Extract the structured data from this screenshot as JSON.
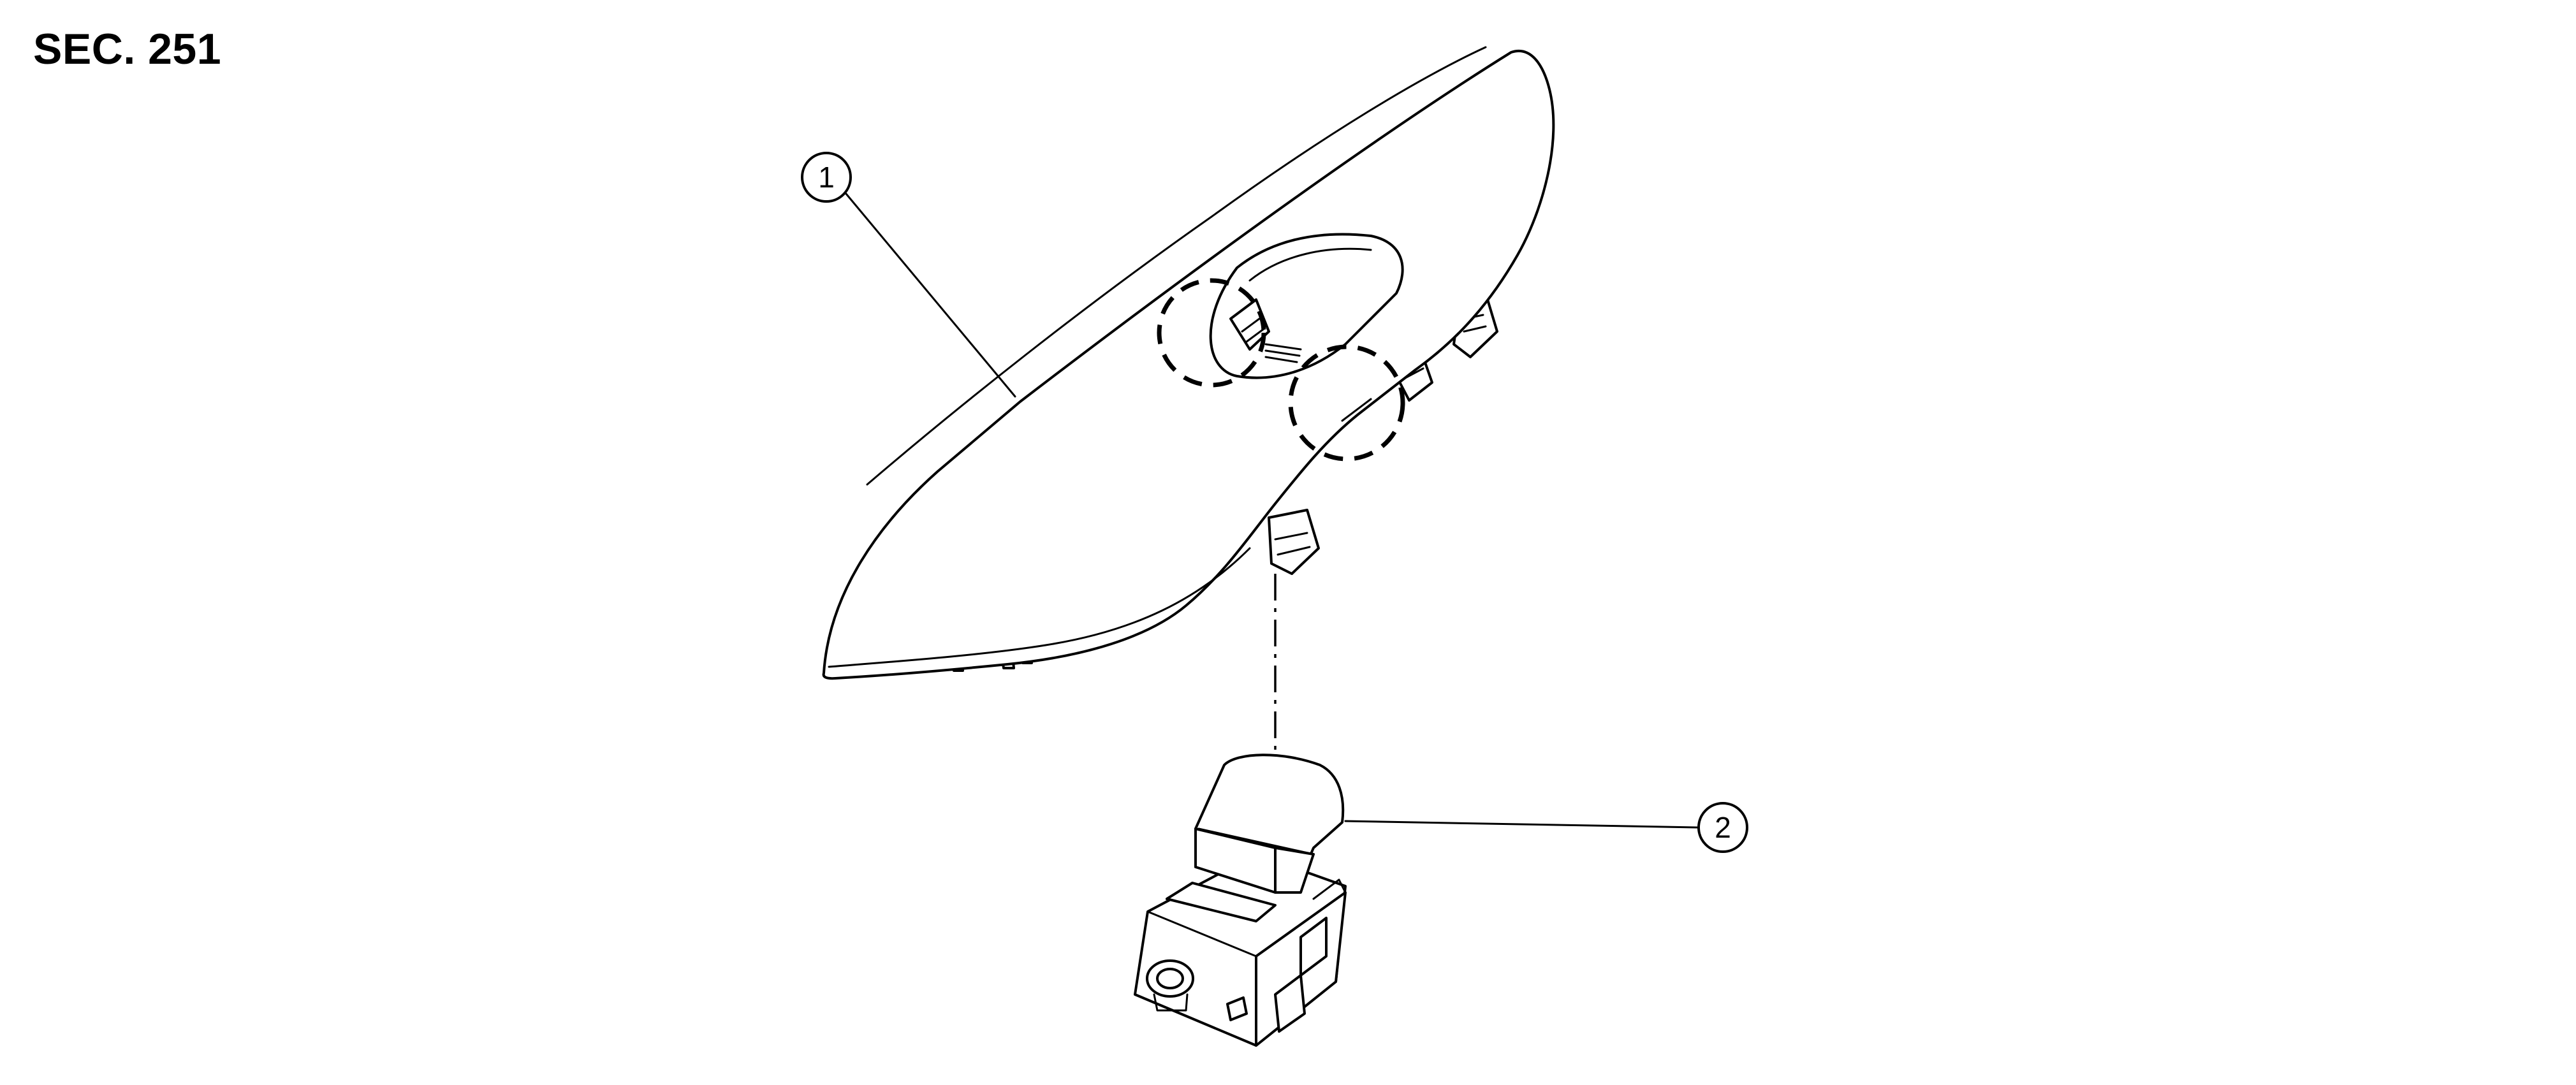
{
  "section_label": "SEC. 251",
  "callouts": [
    {
      "number": "1",
      "part": "finisher-panel"
    },
    {
      "number": "2",
      "part": "window-switch"
    }
  ]
}
